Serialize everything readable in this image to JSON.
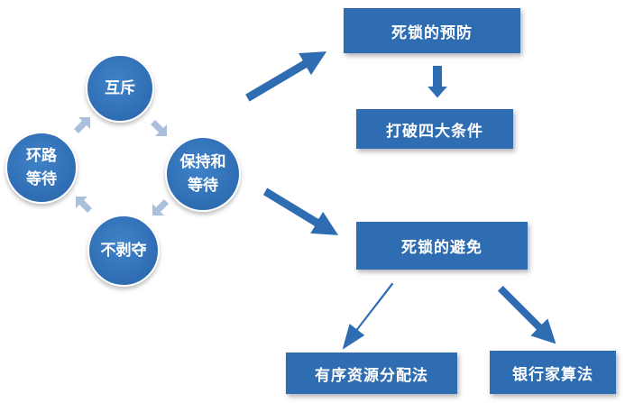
{
  "colors": {
    "node_fill": "#2f6db3",
    "big_arrow": "#2f6db3",
    "cycle_arrow": "#a9bfdc",
    "text": "#ffffff"
  },
  "cycle": {
    "top": "互斥",
    "right": [
      "保持和",
      "等待"
    ],
    "bottom": "不剥夺",
    "left": [
      "环路",
      "等待"
    ]
  },
  "prevention": {
    "title": "死锁的预防",
    "child": "打破四大条件"
  },
  "avoidance": {
    "title": "死锁的避免",
    "children": [
      "有序资源分配法",
      "银行家算法"
    ]
  }
}
